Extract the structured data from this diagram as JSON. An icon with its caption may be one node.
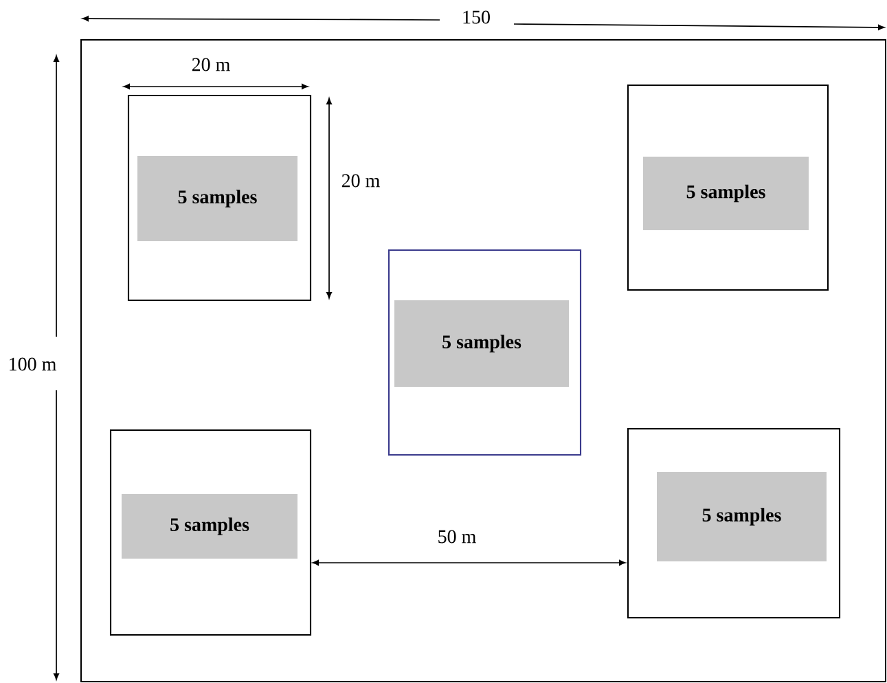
{
  "diagram": {
    "nodes": [
      {
        "text": [],
        "shape": "box"
      },
      {
        "text": [],
        "shape": "box",
        "in": 0
      },
      {
        "text": [
          "5 samples"
        ],
        "in": 1
      },
      {
        "text": [],
        "shape": "box",
        "in": 0
      },
      {
        "text": [
          "5 samples"
        ],
        "in": 3
      },
      {
        "text": [],
        "shape": "box",
        "in": 0
      },
      {
        "text": [
          "5 samples"
        ],
        "in": 5
      },
      {
        "text": [],
        "shape": "box",
        "in": 0
      },
      {
        "text": [
          "5 samples"
        ],
        "in": 7
      },
      {
        "text": [],
        "shape": "box",
        "in": 0
      },
      {
        "text": [
          "5 samples"
        ],
        "in": 9
      }
    ],
    "labels": [
      "150",
      "20 m",
      "20 m",
      "100 m",
      "50 m"
    ]
  }
}
